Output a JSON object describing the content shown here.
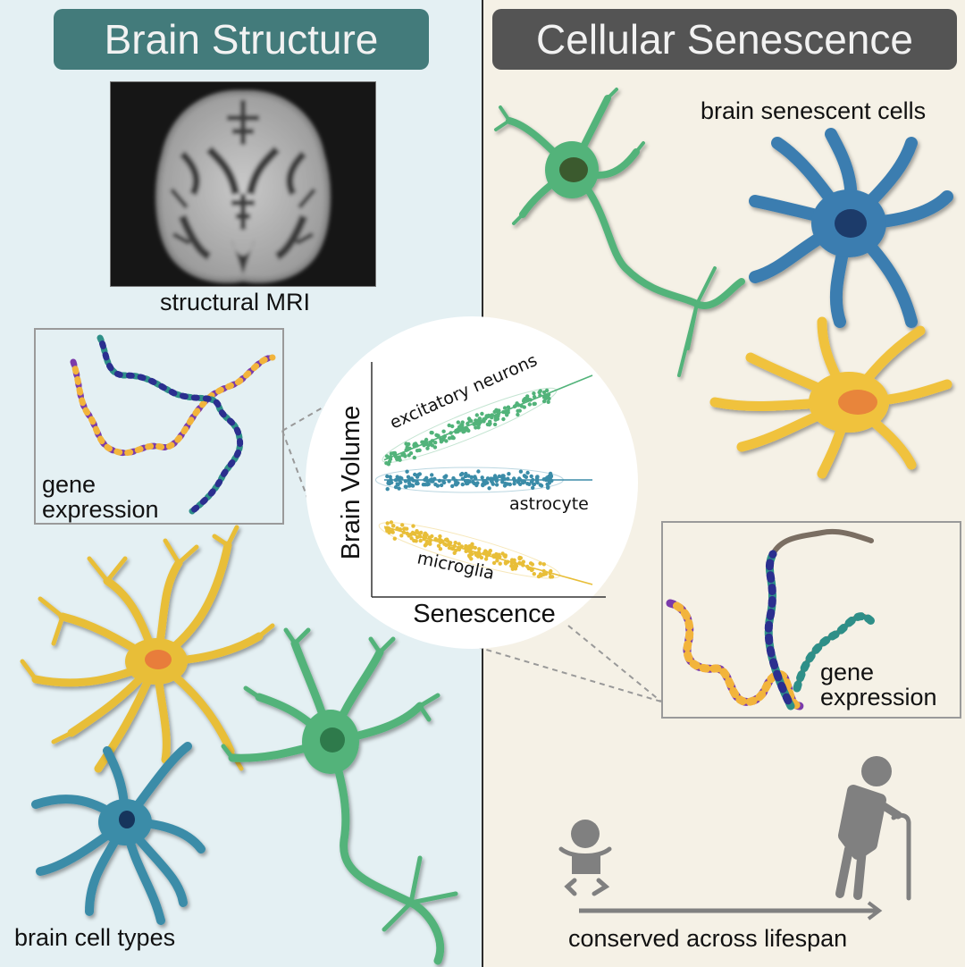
{
  "left_panel": {
    "title": "Brain Structure",
    "mri_label": "structural MRI",
    "gene_label_line1": "gene",
    "gene_label_line2": "expression",
    "cell_types_label": "brain cell types",
    "cells": [
      "microglia",
      "astrocyte",
      "excitatory neuron"
    ]
  },
  "right_panel": {
    "title": "Cellular Senescence",
    "senescent_label": "brain senescent cells",
    "gene_label_line1": "gene",
    "gene_label_line2": "expression",
    "lifespan_label": "conserved across lifespan",
    "cells": [
      "senescent neuron",
      "senescent astrocyte",
      "senescent microglia"
    ]
  },
  "colors": {
    "left_bg": "#e4f0f3",
    "right_bg": "#f5f1e6",
    "left_title_bg": "#437b7b",
    "right_title_bg": "#545454",
    "neuron": "#52b37a",
    "astrocyte": "#3b8ca8",
    "microglia": "#e8be38",
    "lifespan_icon": "#808080"
  },
  "chart_data": {
    "type": "scatter",
    "title": "",
    "xlabel": "Senescence",
    "ylabel": "Brain Volume",
    "xlim": [
      0,
      1
    ],
    "ylim": [
      0,
      1
    ],
    "grid": false,
    "axis_ticks": "none",
    "series": [
      {
        "name": "excitatory neurons",
        "color": "#52b37a",
        "trend": "positive",
        "x_range": [
          0.05,
          0.8
        ],
        "fit_start": [
          0.04,
          0.6
        ],
        "fit_end": [
          0.98,
          0.98
        ]
      },
      {
        "name": "astrocyte",
        "color": "#3b8ca8",
        "trend": "flat",
        "x_range": [
          0.05,
          0.8
        ],
        "fit_start": [
          0.04,
          0.51
        ],
        "fit_end": [
          0.98,
          0.51
        ]
      },
      {
        "name": "microglia",
        "color": "#e8be38",
        "trend": "negative",
        "x_range": [
          0.05,
          0.8
        ],
        "fit_start": [
          0.04,
          0.3
        ],
        "fit_end": [
          0.98,
          0.04
        ]
      }
    ]
  }
}
